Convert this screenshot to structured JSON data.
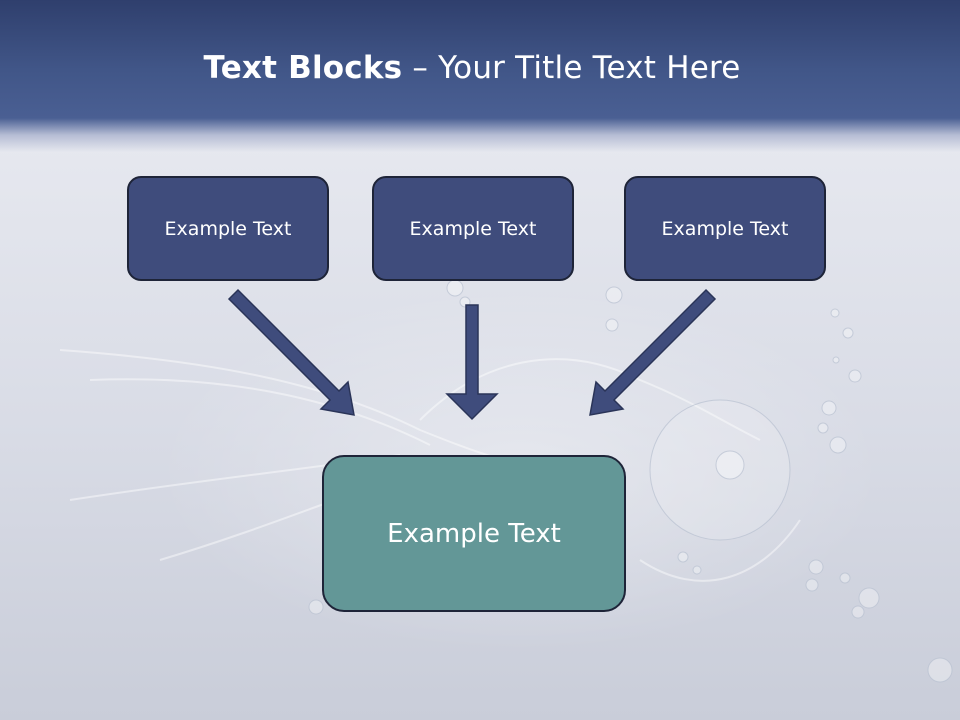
{
  "slide": {
    "title_bold": "Text Blocks",
    "title_dash": " – ",
    "title_rest": "Your Title Text Here"
  },
  "blocks": [
    {
      "label": "Example Text"
    },
    {
      "label": "Example Text"
    },
    {
      "label": "Example Text"
    }
  ],
  "main_block": {
    "label": "Example Text"
  },
  "colors": {
    "header_blue": "#415688",
    "block_fill": "#3f4c7c",
    "main_block_fill": "#639797",
    "arrow_fill": "#3f4c7c"
  },
  "icons": [
    "down-right-arrow-icon",
    "down-arrow-icon",
    "down-left-arrow-icon"
  ]
}
